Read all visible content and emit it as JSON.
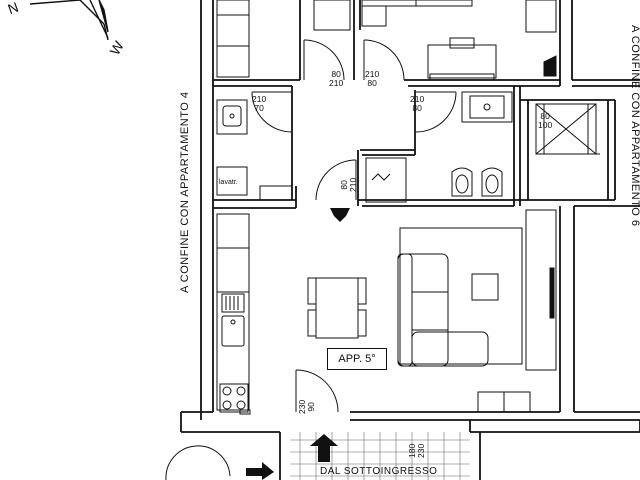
{
  "compass": {
    "north_label": "N",
    "west_label": "W"
  },
  "left_boundary_label": "A CONFINE CON APPARTAMENTO 4",
  "right_boundary_label": "A CONFINE CON APPARTAMENTO 6",
  "apartment_label": "APP. 5°",
  "laundry_label": "lavatr.",
  "bottom_label": "DAL SOTTOINGRESSO",
  "doors": [
    {
      "width": "80",
      "height": "210"
    },
    {
      "width": "210",
      "height": "80"
    },
    {
      "width": "210",
      "height": "70"
    },
    {
      "width": "210",
      "height": "80"
    },
    {
      "width": "80",
      "height": "210"
    },
    {
      "width": "80",
      "height": "100"
    },
    {
      "width": "230",
      "height": "90"
    },
    {
      "width": "180",
      "height": "230"
    }
  ]
}
